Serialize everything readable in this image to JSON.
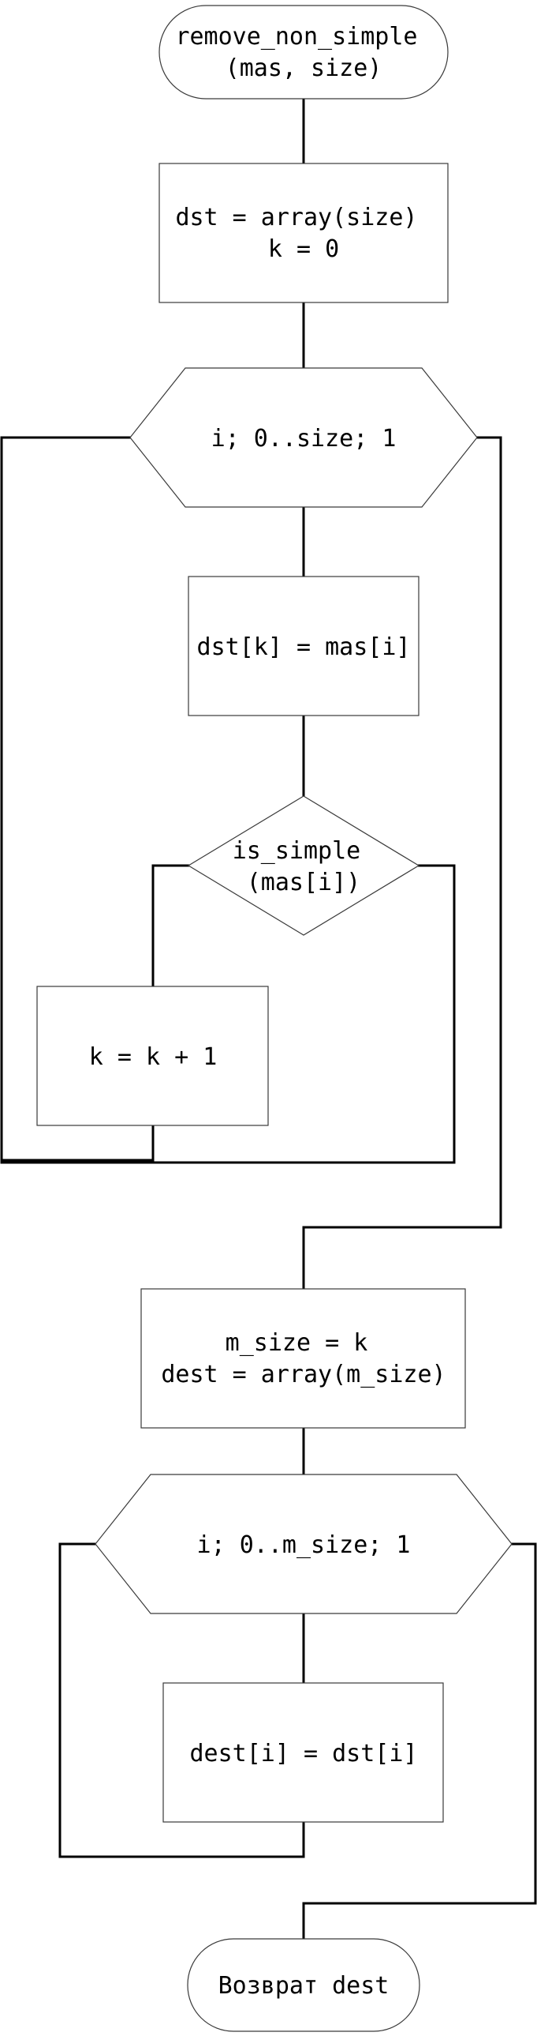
{
  "diagram": {
    "type": "flowchart",
    "nodes": {
      "start": {
        "shape": "terminator",
        "lines": [
          "remove_non_simple",
          "(mas, size)"
        ]
      },
      "init": {
        "shape": "process",
        "lines": [
          "dst = array(size)",
          "k = 0"
        ]
      },
      "loop1": {
        "shape": "loop",
        "lines": [
          "i; 0..size; 1"
        ]
      },
      "assign_dst": {
        "shape": "process",
        "lines": [
          "dst[k] = mas[i]"
        ]
      },
      "check_simple": {
        "shape": "decision",
        "lines": [
          "is_simple",
          "(mas[i])"
        ]
      },
      "increment_k": {
        "shape": "process",
        "lines": [
          "k = k + 1"
        ]
      },
      "init_dest": {
        "shape": "process",
        "lines": [
          "m_size = k",
          "dest = array(m_size)"
        ]
      },
      "loop2": {
        "shape": "loop",
        "lines": [
          "i; 0..m_size; 1"
        ]
      },
      "copy": {
        "shape": "process",
        "lines": [
          "dest[i] = dst[i]"
        ]
      },
      "end": {
        "shape": "terminator",
        "lines": [
          "Возврат dest"
        ]
      }
    }
  }
}
